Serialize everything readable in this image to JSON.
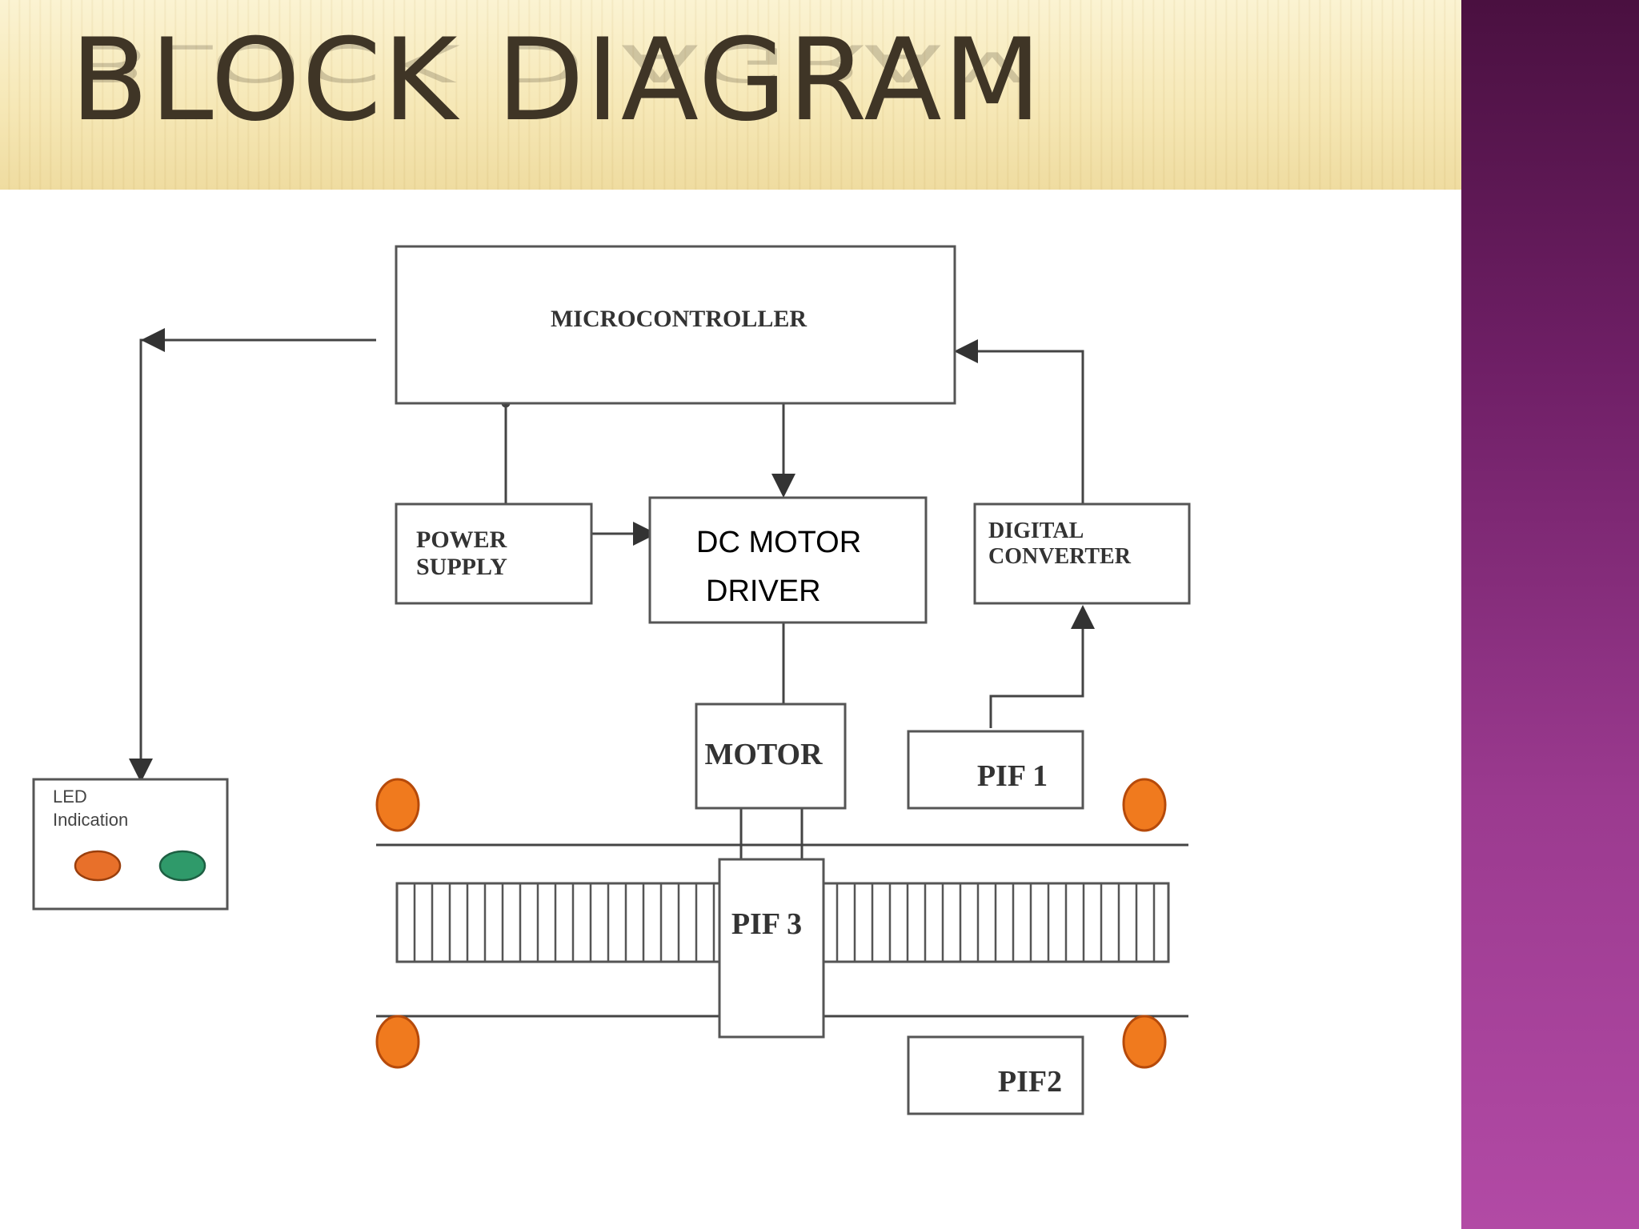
{
  "slide": {
    "title": "BLOCK DIAGRAM"
  },
  "blocks": {
    "microcontroller": "MICROCONTROLLER",
    "power_supply": [
      "POWER",
      "SUPPLY"
    ],
    "dc_motor_driver": [
      "DC MOTOR",
      "DRIVER"
    ],
    "digital_converter": [
      "DIGITAL",
      "CONVERTER"
    ],
    "motor": "MOTOR",
    "pif1": "PIF 1",
    "pif2": "PIF2",
    "pif3": "PIF 3",
    "led_indication": [
      "LED",
      "Indication"
    ]
  },
  "colors": {
    "led_orange": "#e8702a",
    "led_green": "#2f9a6a",
    "roller_orange": "#f07a1e",
    "side_band": "#8a2d7e",
    "title_band": "#f6e8b7"
  }
}
